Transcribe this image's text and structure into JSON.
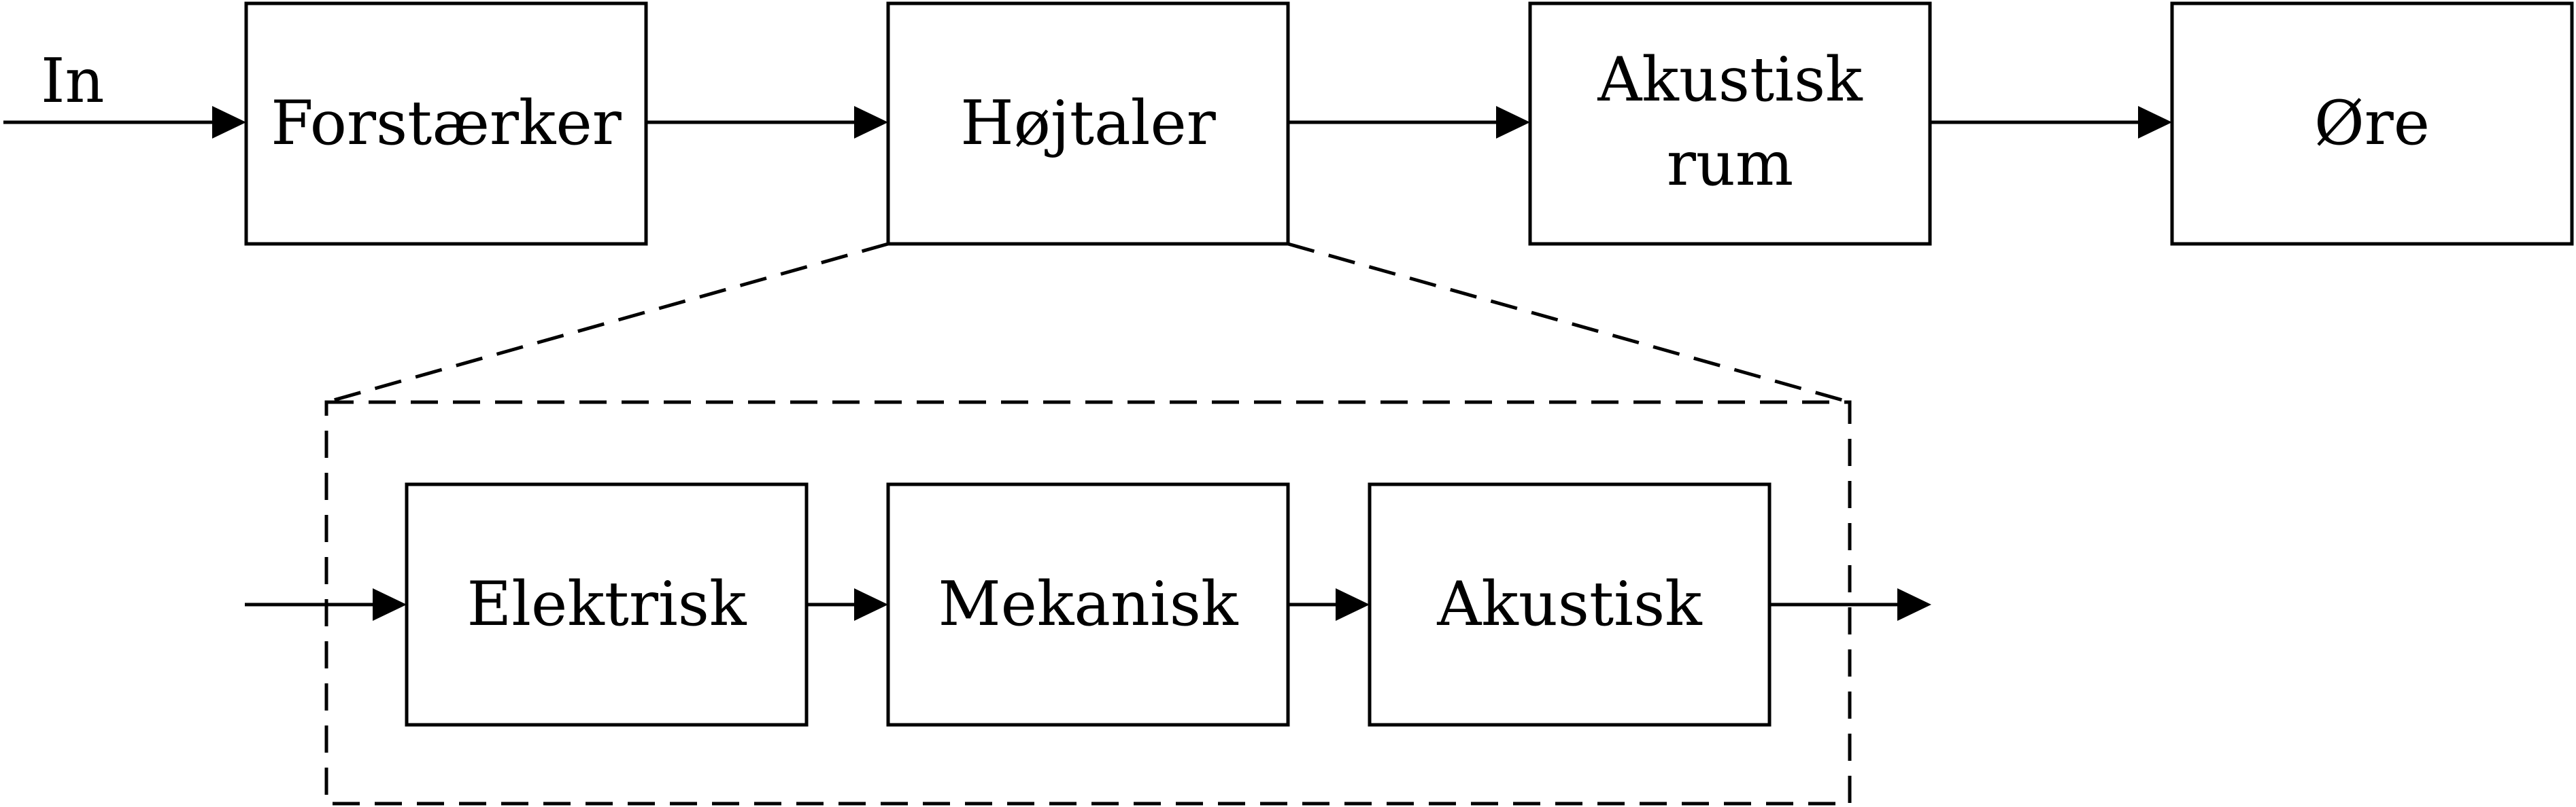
{
  "input_label": "In",
  "top_row": [
    {
      "id": "forstaerker",
      "lines": [
        "Forstærker"
      ]
    },
    {
      "id": "hojtaler",
      "lines": [
        "Højtaler"
      ]
    },
    {
      "id": "akustisk-rum",
      "lines": [
        "Akustisk",
        "rum"
      ]
    },
    {
      "id": "ore",
      "lines": [
        "Øre"
      ]
    }
  ],
  "detail_row": [
    {
      "id": "elektrisk",
      "lines": [
        "Elektrisk"
      ]
    },
    {
      "id": "mekanisk",
      "lines": [
        "Mekanisk"
      ]
    },
    {
      "id": "akustisk",
      "lines": [
        "Akustisk"
      ]
    }
  ],
  "colors": {
    "stroke": "#000000",
    "background": "#ffffff"
  }
}
